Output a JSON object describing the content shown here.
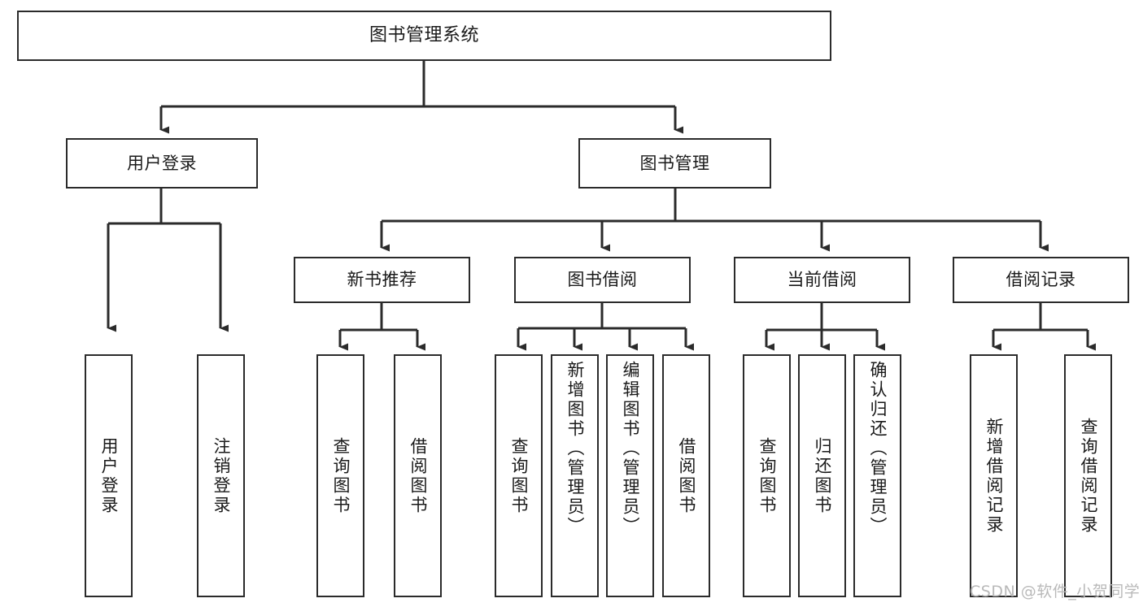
{
  "diagram": {
    "title": "图书管理系统",
    "type": "tree-hierarchy-diagram",
    "watermark": "CSDN @软件_小贺同学",
    "colors": {
      "box_border": "#2b2b2b",
      "box_fill": "#ffffff",
      "connector": "#2b2b2b",
      "text": "#1a1a1a",
      "watermark": "#b9b9b9",
      "background": "#ffffff"
    },
    "levels": {
      "root": {
        "label": "图书管理系统"
      },
      "level2": [
        {
          "id": "user-login",
          "label": "用户登录"
        },
        {
          "id": "book-manage",
          "label": "图书管理"
        }
      ],
      "level3": [
        {
          "id": "new-book-recommend",
          "label": "新书推荐",
          "parent": "book-manage"
        },
        {
          "id": "book-borrow",
          "label": "图书借阅",
          "parent": "book-manage"
        },
        {
          "id": "current-borrow",
          "label": "当前借阅",
          "parent": "book-manage"
        },
        {
          "id": "borrow-record",
          "label": "借阅记录",
          "parent": "book-manage"
        }
      ],
      "leaves": [
        {
          "id": "leaf-user-login",
          "label": "用户登录",
          "parent": "user-login"
        },
        {
          "id": "leaf-user-logout",
          "label": "注销登录",
          "parent": "user-login"
        },
        {
          "id": "leaf-query-book-1",
          "label": "查询图书",
          "parent": "new-book-recommend"
        },
        {
          "id": "leaf-borrow-book-1",
          "label": "借阅图书",
          "parent": "new-book-recommend"
        },
        {
          "id": "leaf-query-book-2",
          "label": "查询图书",
          "parent": "book-borrow"
        },
        {
          "id": "leaf-add-book",
          "label": "新增图书（管理员）",
          "parent": "book-borrow"
        },
        {
          "id": "leaf-edit-book",
          "label": "编辑图书（管理员）",
          "parent": "book-borrow"
        },
        {
          "id": "leaf-borrow-book-2",
          "label": "借阅图书",
          "parent": "book-borrow"
        },
        {
          "id": "leaf-query-book-3",
          "label": "查询图书",
          "parent": "current-borrow"
        },
        {
          "id": "leaf-return-book",
          "label": "归还图书",
          "parent": "current-borrow"
        },
        {
          "id": "leaf-confirm-return",
          "label": "确认归还（管理员）",
          "parent": "current-borrow"
        },
        {
          "id": "leaf-add-record",
          "label": "新增借阅记录",
          "parent": "borrow-record"
        },
        {
          "id": "leaf-query-record",
          "label": "查询借阅记录",
          "parent": "borrow-record"
        }
      ]
    }
  }
}
